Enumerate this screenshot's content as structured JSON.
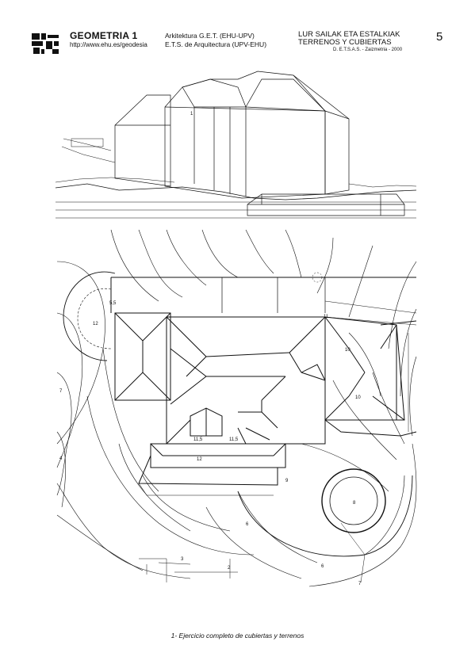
{
  "header": {
    "course_title": "GEOMETRIA 1",
    "course_url": "http://www.ehu.es/geodesia",
    "school_line1": "Arkitektura G.E.T. (EHU-UPV)",
    "school_line2": "E.T.S. de Arquitectura (UPV-EHU)",
    "topic_line1": "LUR SAILAK ETA ESTALKIAK",
    "topic_line2": "TERRENOS Y CUBIERTAS",
    "department": "D. E.T.S.A.S. - Zaizmetria - 2000",
    "page_number": "5"
  },
  "drawing": {
    "labels": {
      "l1": "1",
      "l2": "5,5",
      "l3": "12",
      "l4": "11",
      "l5": "10",
      "l6": "7",
      "l7": "11,5",
      "l8": "11,5",
      "l9": "12",
      "l10": "10",
      "l11": "9",
      "l12": "8",
      "l13": "6",
      "l14": "4",
      "l15": "7",
      "l16": "6",
      "l17": "2",
      "l18": "3"
    }
  },
  "caption": "1- Ejercicio completo de cubiertas y terrenos"
}
